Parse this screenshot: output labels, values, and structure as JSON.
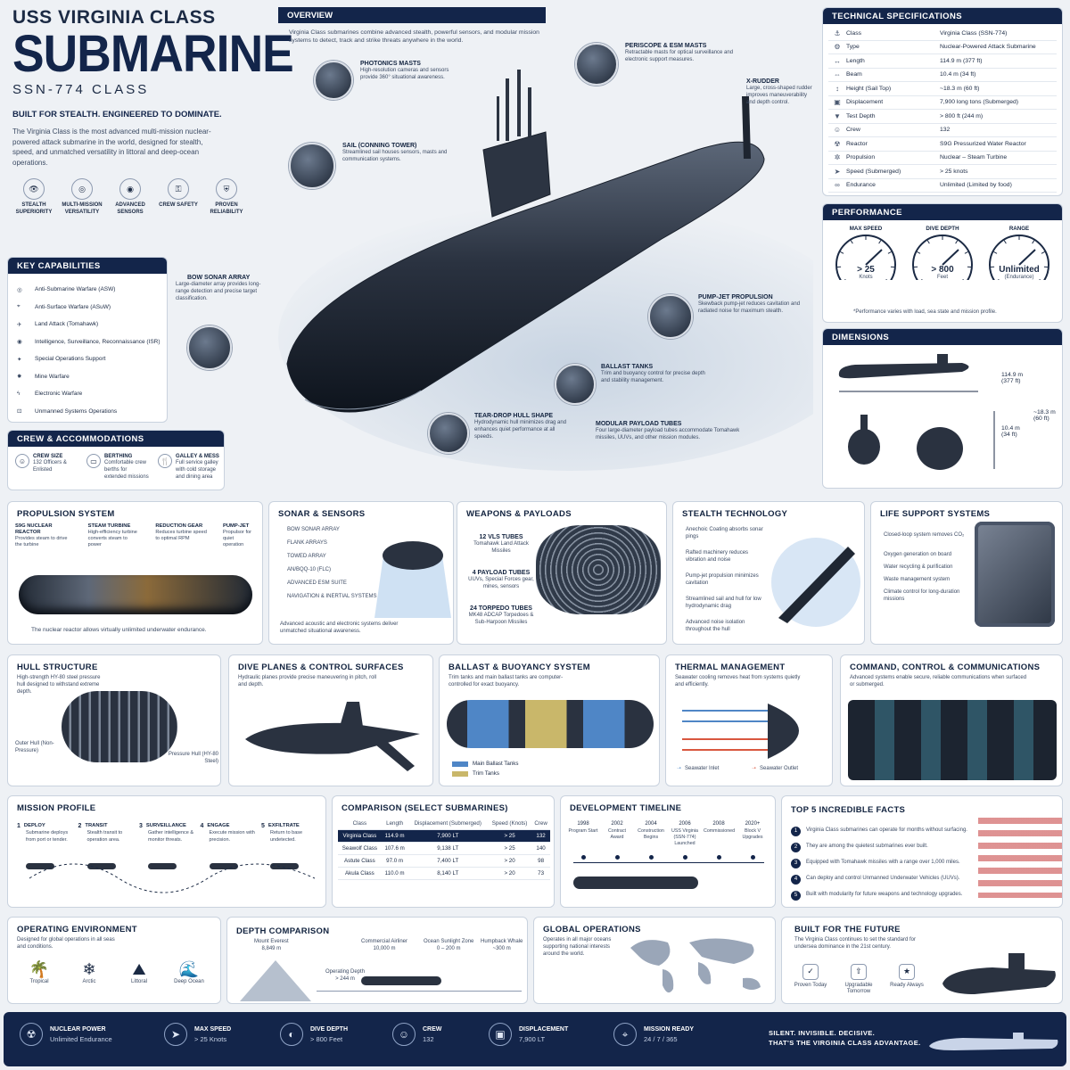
{
  "header": {
    "title_top": "USS VIRGINIA CLASS",
    "title_main": "SUBMARINE",
    "title_sub": "SSN-774 CLASS",
    "tagline": "BUILT FOR STEALTH. ENGINEERED TO DOMINATE.",
    "intro": "The Virginia Class is the most advanced multi-mission nuclear-powered attack submarine in the world, designed for stealth, speed, and unmatched versatility in littoral and deep-ocean operations.",
    "features": [
      {
        "icon": "eye-icon",
        "label": "STEALTH SUPERIORITY"
      },
      {
        "icon": "target-icon",
        "label": "MULTI-MISSION VERSATILITY"
      },
      {
        "icon": "sonar-icon",
        "label": "ADVANCED SENSORS"
      },
      {
        "icon": "lock-icon",
        "label": "CREW SAFETY"
      },
      {
        "icon": "shield-icon",
        "label": "PROVEN RELIABILITY"
      }
    ]
  },
  "overview": {
    "title": "OVERVIEW",
    "text": "Virginia Class submarines combine advanced stealth, powerful sensors, and modular mission systems to detect, track and strike threats anywhere in the world.",
    "callouts": [
      {
        "title": "PHOTONICS MASTS",
        "text": "High-resolution cameras and sensors provide 360° situational awareness."
      },
      {
        "title": "PERISCOPE & ESM MASTS",
        "text": "Retractable masts for optical surveillance and electronic support measures."
      },
      {
        "title": "X-RUDDER",
        "text": "Large, cross-shaped rudder improves maneuverability and depth control."
      },
      {
        "title": "SAIL (CONNING TOWER)",
        "text": "Streamlined sail houses sensors, masts and communication systems."
      },
      {
        "title": "BOW SONAR ARRAY",
        "text": "Large-diameter array provides long-range detection and precise target classification."
      },
      {
        "title": "PUMP-JET PROPULSION",
        "text": "Skewback pump-jet reduces cavitation and radiated noise for maximum stealth."
      },
      {
        "title": "BALLAST TANKS",
        "text": "Trim and buoyancy control for precise depth and stability management."
      },
      {
        "title": "TEAR-DROP HULL SHAPE",
        "text": "Hydrodynamic hull minimizes drag and enhances quiet performance at all speeds."
      },
      {
        "title": "MODULAR PAYLOAD TUBES",
        "text": "Four large-diameter payload tubes accommodate Tomahawk missiles, UUVs, and other mission modules."
      }
    ]
  },
  "specs": {
    "title": "TECHNICAL SPECIFICATIONS",
    "rows": [
      {
        "icon": "⚓",
        "k": "Class",
        "v": "Virginia Class (SSN-774)"
      },
      {
        "icon": "⚙",
        "k": "Type",
        "v": "Nuclear-Powered Attack Submarine"
      },
      {
        "icon": "↔",
        "k": "Length",
        "v": "114.9 m (377 ft)"
      },
      {
        "icon": "⇔",
        "k": "Beam",
        "v": "10.4 m (34 ft)"
      },
      {
        "icon": "↕",
        "k": "Height (Sail Top)",
        "v": "~18.3 m (60 ft)"
      },
      {
        "icon": "▣",
        "k": "Displacement",
        "v": "7,900 long tons (Submerged)"
      },
      {
        "icon": "▼",
        "k": "Test Depth",
        "v": "> 800 ft (244 m)"
      },
      {
        "icon": "☺",
        "k": "Crew",
        "v": "132"
      },
      {
        "icon": "☢",
        "k": "Reactor",
        "v": "S9G Pressurized Water Reactor"
      },
      {
        "icon": "✲",
        "k": "Propulsion",
        "v": "Nuclear – Steam Turbine"
      },
      {
        "icon": "➤",
        "k": "Speed (Submerged)",
        "v": "> 25 knots"
      },
      {
        "icon": "∞",
        "k": "Endurance",
        "v": "Unlimited (Limited by food)"
      }
    ]
  },
  "performance": {
    "title": "PERFORMANCE",
    "gauges": [
      {
        "label": "MAX SPEED",
        "value": "> 25",
        "unit": "Knots"
      },
      {
        "label": "DIVE DEPTH",
        "value": "> 800",
        "unit": "Feet"
      },
      {
        "label": "RANGE",
        "value": "Unlimited",
        "unit": "(Endurance)"
      }
    ],
    "note": "*Performance varies with load, sea state and mission profile."
  },
  "dimensions": {
    "title": "DIMENSIONS",
    "length": "114.9 m",
    "length_ft": "(377 ft)",
    "beam": "10.4 m",
    "beam_ft": "(34 ft)",
    "height": "~18.3 m",
    "height_ft": "(60 ft)"
  },
  "capabilities": {
    "title": "KEY CAPABILITIES",
    "items": [
      {
        "icon": "◎",
        "t": "Anti-Submarine Warfare (ASW)"
      },
      {
        "icon": "⌖",
        "t": "Anti-Surface Warfare (ASuW)"
      },
      {
        "icon": "✈",
        "t": "Land Attack (Tomahawk)"
      },
      {
        "icon": "◉",
        "t": "Intelligence, Surveillance, Reconnaissance (ISR)"
      },
      {
        "icon": "✦",
        "t": "Special Operations Support"
      },
      {
        "icon": "✸",
        "t": "Mine Warfare"
      },
      {
        "icon": "ϟ",
        "t": "Electronic Warfare"
      },
      {
        "icon": "⊡",
        "t": "Unmanned Systems Operations"
      }
    ]
  },
  "crew": {
    "title": "CREW & ACCOMMODATIONS",
    "items": [
      {
        "t": "CREW SIZE",
        "d": "132 Officers & Enlisted"
      },
      {
        "t": "BERTHING",
        "d": "Comfortable crew berths for extended missions"
      },
      {
        "t": "GALLEY & MESS",
        "d": "Full service galley with cold storage and dining area"
      }
    ]
  },
  "propulsion": {
    "title": "PROPULSION SYSTEM",
    "parts": [
      {
        "t": "S9G NUCLEAR REACTOR",
        "d": "Provides steam to drive the turbine"
      },
      {
        "t": "STEAM TURBINE",
        "d": "High-efficiency turbine converts steam to power"
      },
      {
        "t": "REDUCTION GEAR",
        "d": "Reduces turbine speed to optimal RPM"
      },
      {
        "t": "PUMP-JET",
        "d": "Propulsor for quiet operation"
      }
    ],
    "note": "The nuclear reactor allows virtually unlimited underwater endurance."
  },
  "sonar": {
    "title": "SONAR & SENSORS",
    "items": [
      "BOW SONAR ARRAY",
      "FLANK ARRAYS",
      "TOWED ARRAY",
      "AN/BQQ-10 (FLC)",
      "ADVANCED ESM SUITE",
      "NAVIGATION & INERTIAL SYSTEMS"
    ],
    "note": "Advanced acoustic and electronic systems deliver unmatched situational awareness."
  },
  "weapons": {
    "title": "WEAPONS & PAYLOADS",
    "items": [
      {
        "t": "12 VLS TUBES",
        "d": "Tomahawk Land Attack Missiles"
      },
      {
        "t": "4 PAYLOAD TUBES",
        "d": "UUVs, Special Forces gear, mines, sensors"
      },
      {
        "t": "24 TORPEDO TUBES",
        "d": "MK48 ADCAP Torpedoes & Sub-Harpoon Missiles"
      }
    ]
  },
  "stealth": {
    "title": "STEALTH TECHNOLOGY",
    "items": [
      "Anechoic Coating absorbs sonar pings",
      "Rafted machinery reduces vibration and noise",
      "Pump-jet propulsion minimizes cavitation",
      "Streamlined sail and hull for low hydrodynamic drag",
      "Advanced noise isolation throughout the hull"
    ]
  },
  "life": {
    "title": "LIFE SUPPORT SYSTEMS",
    "items": [
      "Closed-loop system removes CO₂",
      "Oxygen generation on board",
      "Water recycling & purification",
      "Waste management system",
      "Climate control for long-duration missions"
    ]
  },
  "hull": {
    "title": "HULL STRUCTURE",
    "text": "High-strength HY-80 steel pressure hull designed to withstand extreme depth.",
    "outer": "Outer Hull (Non-Pressure)",
    "pressure": "Pressure Hull (HY-80 Steel)"
  },
  "dive": {
    "title": "DIVE PLANES & CONTROL SURFACES",
    "text": "Hydraulic planes provide precise maneuvering in pitch, roll and depth."
  },
  "ballast": {
    "title": "BALLAST & BUOYANCY SYSTEM",
    "text": "Trim tanks and main ballast tanks are computer-controlled for exact buoyancy.",
    "legend": [
      {
        "t": "Main Ballast Tanks",
        "c": "#4f86c6"
      },
      {
        "t": "Trim Tanks",
        "c": "#c9b76a"
      }
    ]
  },
  "thermal": {
    "title": "THERMAL MANAGEMENT",
    "text": "Seawater cooling removes heat from systems quietly and efficiently.",
    "inlet": "Seawater Inlet",
    "outlet": "Seawater Outlet"
  },
  "command": {
    "title": "COMMAND, CONTROL & COMMUNICATIONS",
    "text": "Advanced systems enable secure, reliable communications when surfaced or submerged."
  },
  "mission": {
    "title": "MISSION PROFILE",
    "steps": [
      {
        "n": "1",
        "t": "DEPLOY",
        "d": "Submarine deploys from port or tender."
      },
      {
        "n": "2",
        "t": "TRANSIT",
        "d": "Stealth transit to operation area."
      },
      {
        "n": "3",
        "t": "SURVEILLANCE",
        "d": "Gather intelligence & monitor threats."
      },
      {
        "n": "4",
        "t": "ENGAGE",
        "d": "Execute mission with precision."
      },
      {
        "n": "5",
        "t": "EXFILTRATE",
        "d": "Return to base undetected."
      }
    ]
  },
  "comparison": {
    "title": "COMPARISON (SELECT SUBMARINES)",
    "headers": [
      "Class",
      "Length",
      "Displacement (Submerged)",
      "Speed (Knots)",
      "Crew"
    ],
    "rows": [
      [
        "Virginia Class",
        "114.9 m",
        "7,900 LT",
        "> 25",
        "132"
      ],
      [
        "Seawolf Class",
        "107.6 m",
        "9,138 LT",
        "> 25",
        "140"
      ],
      [
        "Astute Class",
        "97.0 m",
        "7,400 LT",
        "> 20",
        "98"
      ],
      [
        "Akula Class",
        "110.0 m",
        "8,140 LT",
        "> 20",
        "73"
      ]
    ]
  },
  "timeline": {
    "title": "DEVELOPMENT TIMELINE",
    "events": [
      {
        "y": "1998",
        "d": "Program Start"
      },
      {
        "y": "2002",
        "d": "Contract Award"
      },
      {
        "y": "2004",
        "d": "Construction Begins"
      },
      {
        "y": "2006",
        "d": "USS Virginia (SSN-774) Launched"
      },
      {
        "y": "2008",
        "d": "Commissioned"
      },
      {
        "y": "2020+",
        "d": "Block V Upgrades"
      }
    ]
  },
  "facts": {
    "title": "TOP 5 INCREDIBLE FACTS",
    "items": [
      "Virginia Class submarines can operate for months without surfacing.",
      "They are among the quietest submarines ever built.",
      "Equipped with Tomahawk missiles with a range over 1,000 miles.",
      "Can deploy and control Unmanned Underwater Vehicles (UUVs).",
      "Built with modularity for future weapons and technology upgrades."
    ]
  },
  "environment": {
    "title": "OPERATING ENVIRONMENT",
    "text": "Designed for global operations in all seas and conditions.",
    "items": [
      {
        "icon": "palm-icon",
        "t": "Tropical"
      },
      {
        "icon": "snowflake-icon",
        "t": "Arctic"
      },
      {
        "icon": "coast-icon",
        "t": "Littoral"
      },
      {
        "icon": "deep-ocean-icon",
        "t": "Deep Ocean"
      }
    ]
  },
  "depth": {
    "title": "DEPTH COMPARISON",
    "items": [
      {
        "t": "Mount Everest",
        "v": "8,849 m"
      },
      {
        "t": "Commercial Airliner",
        "v": "10,000 m"
      },
      {
        "t": "Ocean Sunlight Zone",
        "v": "0 – 200 m"
      },
      {
        "t": "Humpback Whale",
        "v": "~300 m"
      }
    ],
    "virginia": {
      "t": "Operating Depth",
      "v": "> 244 m"
    }
  },
  "global": {
    "title": "GLOBAL OPERATIONS",
    "text": "Operates in all major oceans supporting national interests around the world."
  },
  "future": {
    "title": "BUILT FOR THE FUTURE",
    "text": "The Virginia Class continues to set the standard for undersea dominance in the 21st century.",
    "items": [
      {
        "icon": "✓",
        "t": "Proven Today"
      },
      {
        "icon": "⇧",
        "t": "Upgradable Tomorrow"
      },
      {
        "icon": "★",
        "t": "Ready Always"
      }
    ]
  },
  "footer": {
    "items": [
      {
        "icon": "☢",
        "l": "NUCLEAR POWER",
        "v": "Unlimited Endurance"
      },
      {
        "icon": "➤",
        "l": "MAX SPEED",
        "v": "> 25 Knots"
      },
      {
        "icon": "◐",
        "l": "DIVE DEPTH",
        "v": "> 800 Feet"
      },
      {
        "icon": "☺",
        "l": "CREW",
        "v": "132"
      },
      {
        "icon": "▣",
        "l": "DISPLACEMENT",
        "v": "7,900 LT"
      },
      {
        "icon": "⌖",
        "l": "MISSION READY",
        "v": "24 / 7 / 365"
      }
    ],
    "slogan1": "SILENT. INVISIBLE. DECISIVE.",
    "slogan2": "THAT'S THE VIRGINIA CLASS ADVANTAGE."
  }
}
